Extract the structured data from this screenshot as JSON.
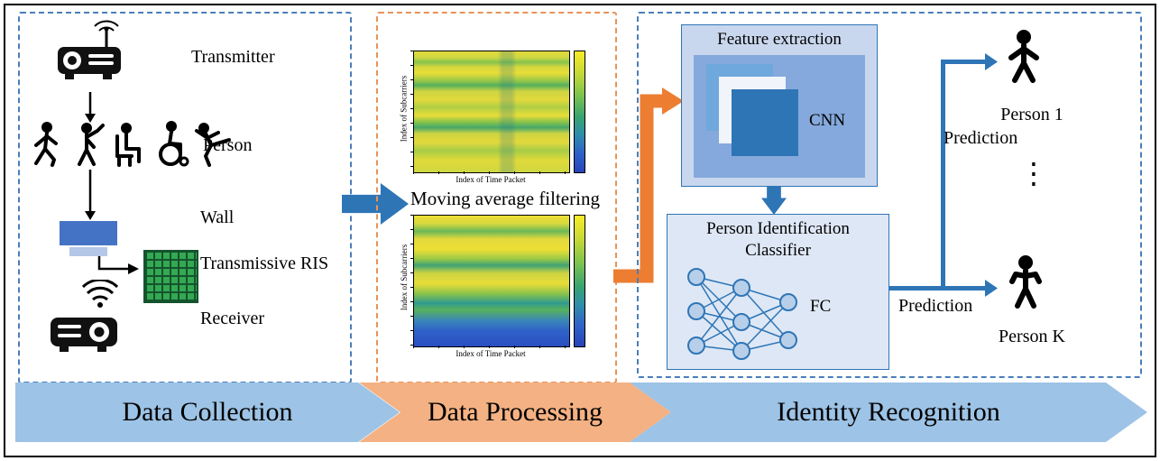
{
  "figure": {
    "collection": {
      "transmitter_label": "Transmitter",
      "person_label": "Person",
      "wall_label": "Wall",
      "ris_label": "Transmissive RIS",
      "receiver_label": "Receiver"
    },
    "processing": {
      "filter_label": "Moving average filtering",
      "heatmap_top": {
        "ylabel": "Index of Subcarriers",
        "xlabel": "Index of Time Packet"
      },
      "heatmap_bottom": {
        "ylabel": "Index of Subcarriers",
        "xlabel": "Index of Time Packet"
      }
    },
    "recognition": {
      "feature_extraction_title": "Feature extraction",
      "cnn_label": "CNN",
      "classifier_title_line1": "Person Identification",
      "classifier_title_line2": "Classifier",
      "fc_label": "FC",
      "prediction_top_label": "Prediction",
      "prediction_bottom_label": "Prediction",
      "person_1_label": "Person 1",
      "person_k_label": "Person K",
      "ellipsis": "⋮"
    }
  },
  "banners": [
    {
      "label": "Data Collection"
    },
    {
      "label": "Data Processing"
    },
    {
      "label": "Identity Recognition"
    }
  ],
  "colors": {
    "accent_blue": "#2E75B6",
    "accent_orange": "#ED7D31",
    "banner_blue": "#9DC3E6",
    "banner_orange": "#F4B183",
    "wall_blue": "#4472C4",
    "ris_green": "#34A853"
  }
}
